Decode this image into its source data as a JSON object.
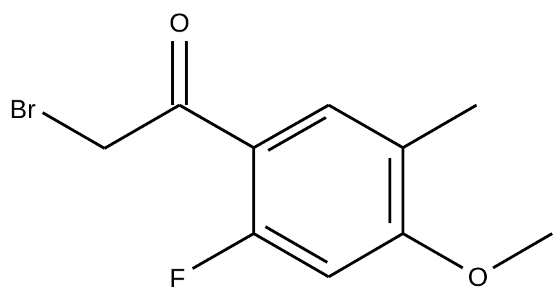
{
  "diagram": {
    "atoms": {
      "oxygen_carbonyl": "O",
      "bromine": "Br",
      "fluorine": "F",
      "oxygen_methoxy": "O"
    },
    "colors": {
      "bond": "#000000",
      "label": "#000000",
      "background": "#ffffff"
    }
  }
}
